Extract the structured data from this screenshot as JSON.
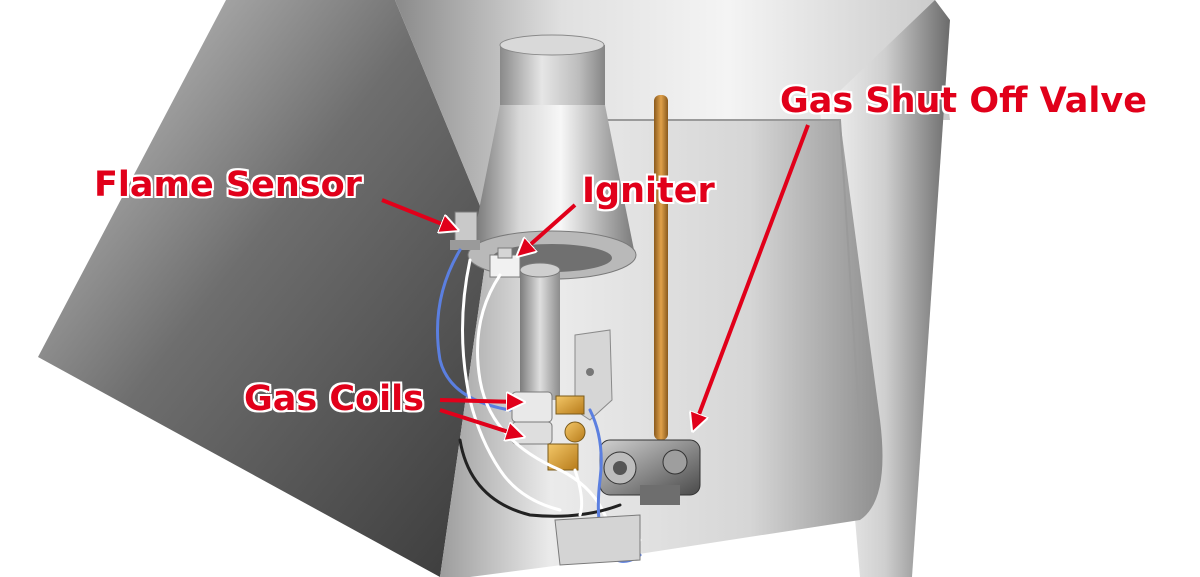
{
  "labels": {
    "flame_sensor": "Flame Sensor",
    "igniter": "Igniter",
    "gas_shut_off_valve": "Gas Shut Off Valve",
    "gas_coils": "Gas Coils"
  },
  "colors": {
    "callout_text": "#e1001a",
    "callout_outline": "#ffffff",
    "arrow": "#e1001a",
    "gas_pipe": "#c8892f",
    "coil_brass": "#d9a030",
    "wire_blue": "#5b7fe0",
    "wire_black": "#222222",
    "wire_white": "#ffffff"
  }
}
